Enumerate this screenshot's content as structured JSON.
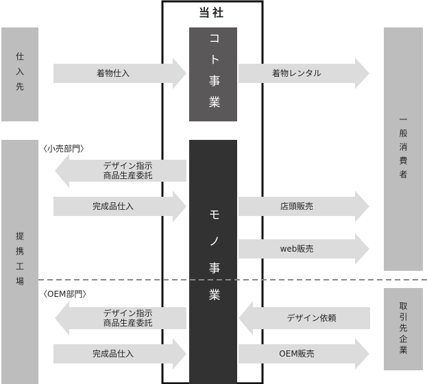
{
  "company": "当社",
  "koto_label": "コト事業",
  "mono_label": "モノ事業",
  "left": {
    "supplier": "仕入先",
    "factory": "提携工場"
  },
  "right": {
    "consumer": "一般消費者",
    "partner": "取引先企業"
  },
  "sections": {
    "retail": "〈小売部門〉",
    "oem": "〈OEM部門〉"
  },
  "flows": {
    "kimono_purchase": "着物仕入",
    "kimono_rental": "着物レンタル",
    "retail_instruction_line1": "デザイン指示",
    "retail_instruction_line2": "商品生産委託",
    "retail_product_purchase": "完成品仕入",
    "store_sales": "店頭販売",
    "web_sales": "web販売",
    "oem_instruction_line1": "デザイン指示",
    "oem_instruction_line2": "商品生産委託",
    "oem_design_request": "デザイン依頼",
    "oem_product_purchase": "完成品仕入",
    "oem_sales": "OEM販売"
  },
  "colors": {
    "side_box": "#bdbdbd",
    "arrow": "#dcdcdc",
    "koto_box": "#5a5858",
    "mono_box": "#333232",
    "divider": "#888888"
  }
}
